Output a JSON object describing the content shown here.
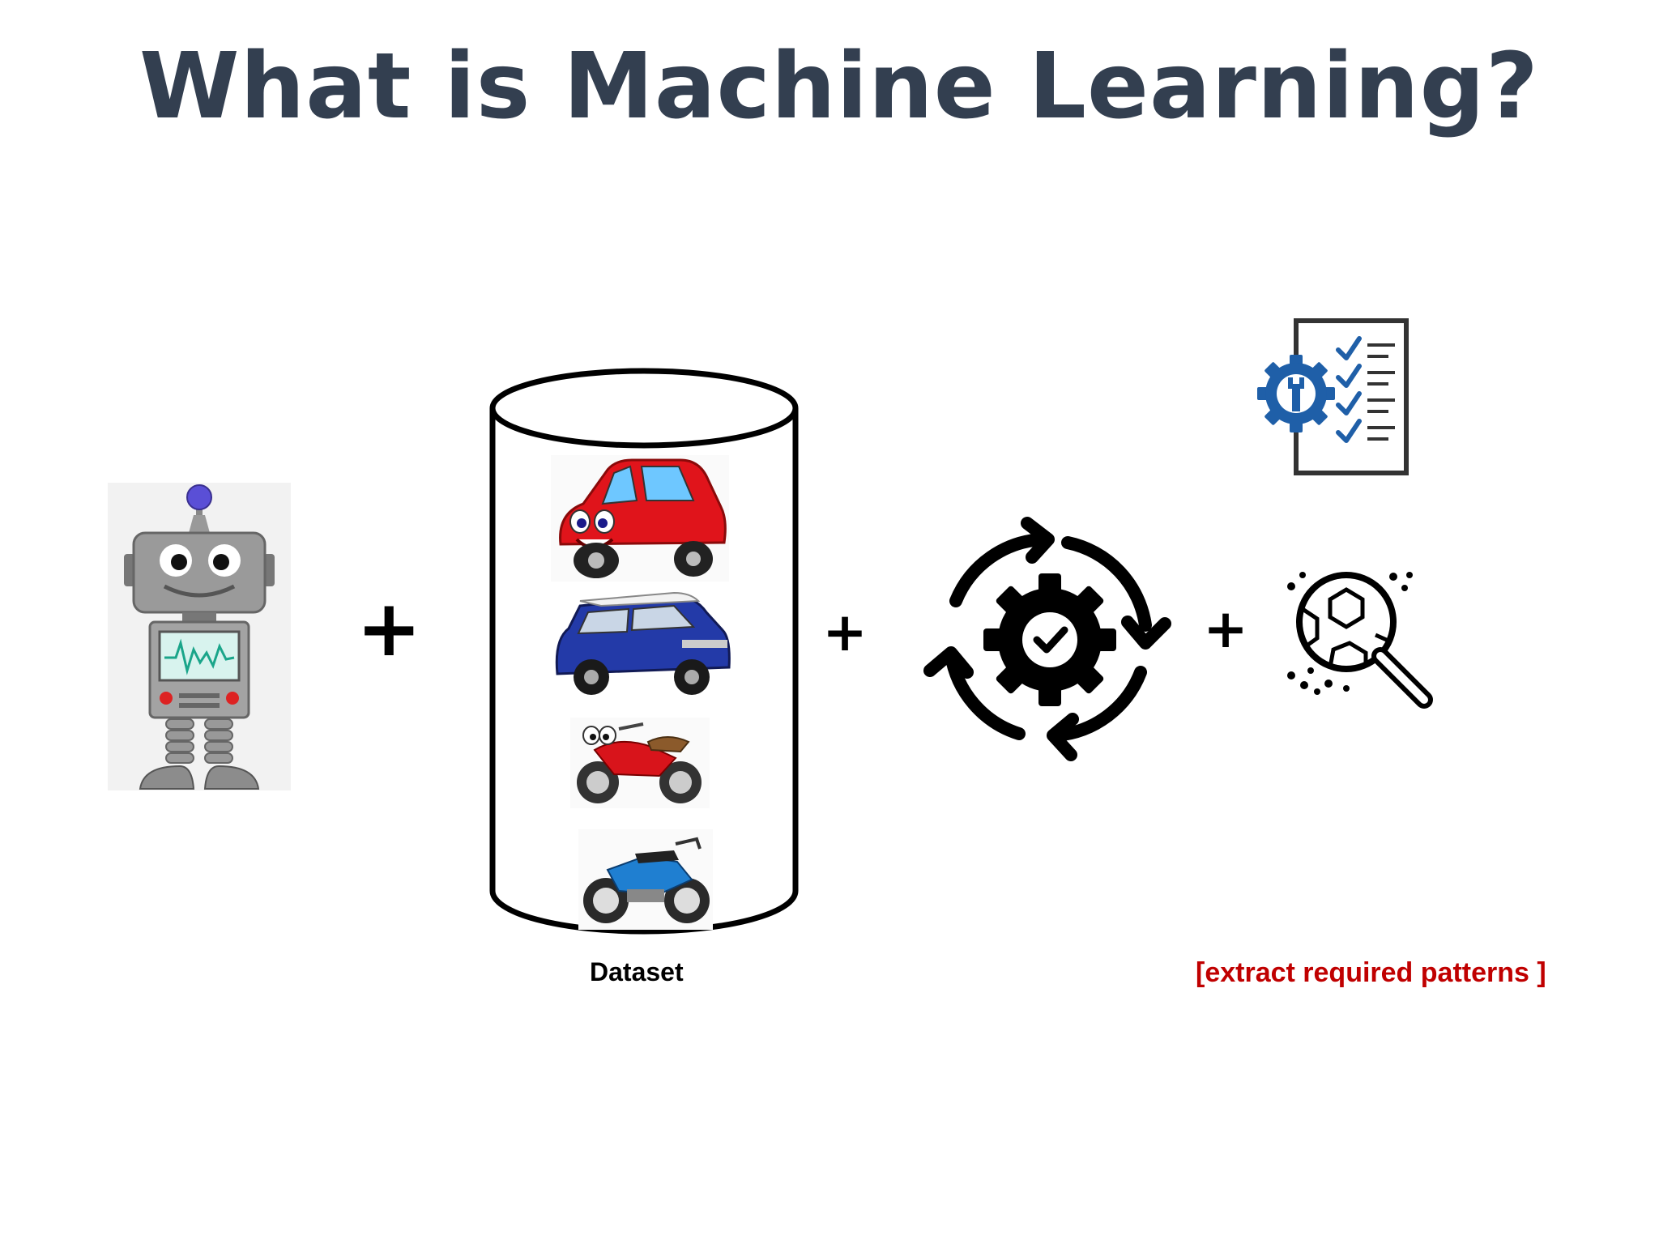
{
  "slide": {
    "title": "What is Machine Learning?",
    "dataset_label": "Dataset",
    "pattern_note": "[extract required patterns ]",
    "plus_symbol": "+"
  },
  "icons": {
    "robot": "robot-icon",
    "dataset": "database-cylinder-icon",
    "car_red": "red-cartoon-car-icon",
    "car_blue": "blue-suv-icon",
    "bike_red": "red-cartoon-motorcycle-icon",
    "bike_blue": "blue-motorcycle-icon",
    "process": "gear-cycle-checkmark-icon",
    "checklist": "checklist-wrench-gear-icon",
    "pattern_search": "magnifier-pattern-search-icon"
  },
  "colors": {
    "title": "#333f50",
    "note": "#c00000",
    "checklist_blue": "#1f5fa8"
  }
}
